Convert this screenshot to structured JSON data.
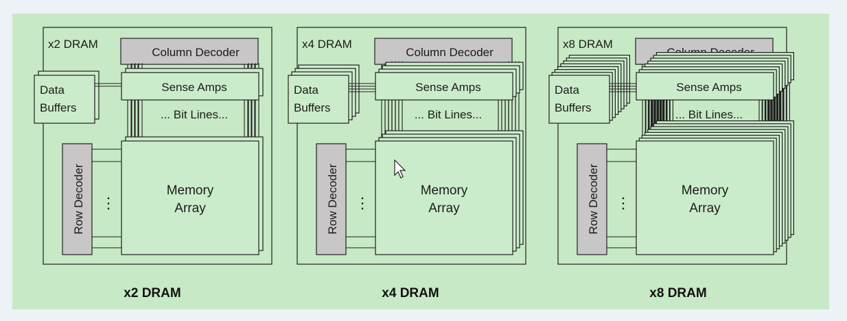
{
  "colors": {
    "panel_bg": "#c7e9c5",
    "block_fill": "#cbeccb",
    "decoder_fill": "#c8c6c6",
    "stroke": "#1f1f1f"
  },
  "diagrams": [
    {
      "id": "x2",
      "inner_title": "x2 DRAM",
      "caption": "x2 DRAM",
      "layers": 2,
      "column_decoder": "Column Decoder",
      "sense_amps": "Sense Amps",
      "bit_lines": "... Bit Lines...",
      "data_buffers": [
        "Data",
        "Buffers"
      ],
      "row_decoder": "Row Decoder",
      "row_dots": "⋮",
      "memory_array": [
        "Memory",
        "Array"
      ]
    },
    {
      "id": "x4",
      "inner_title": "x4 DRAM",
      "caption": "x4 DRAM",
      "layers": 4,
      "column_decoder": "Column Decoder",
      "sense_amps": "Sense Amps",
      "bit_lines": "... Bit Lines...",
      "data_buffers": [
        "Data",
        "Buffers"
      ],
      "row_decoder": "Row Decoder",
      "row_dots": "⋮",
      "memory_array": [
        "Memory",
        "Array"
      ]
    },
    {
      "id": "x8",
      "inner_title": "x8 DRAM",
      "caption": "x8 DRAM",
      "layers": 8,
      "column_decoder": "Column Decoder",
      "sense_amps": "Sense Amps",
      "bit_lines": "... Bit Lines...",
      "data_buffers": [
        "Data",
        "Buffers"
      ],
      "row_decoder": "Row Decoder",
      "row_dots": "⋮",
      "memory_array": [
        "Memory",
        "Array"
      ]
    }
  ]
}
